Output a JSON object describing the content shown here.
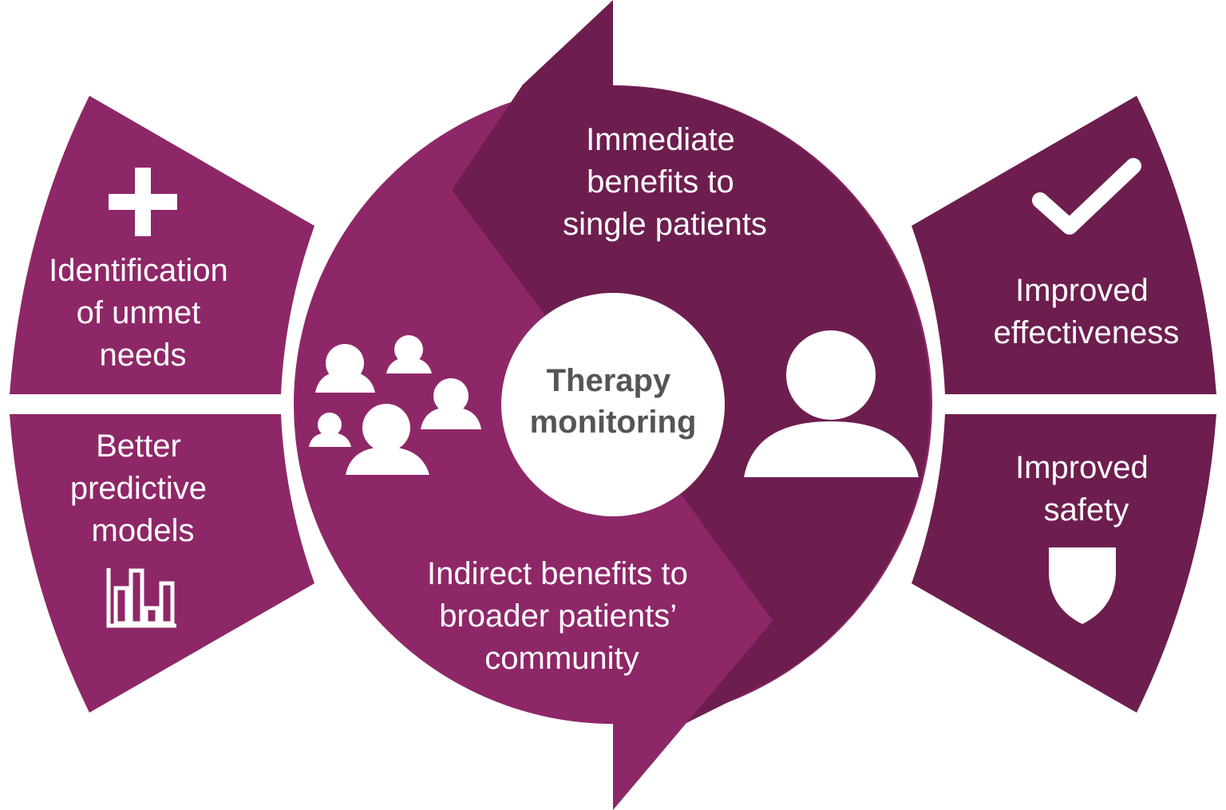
{
  "colors": {
    "light_purple": "#8E2767",
    "dark_purple": "#6D1E4F",
    "center_circle": "#ffffff",
    "center_text": "#555555",
    "background": "#ffffff"
  },
  "center": {
    "lines": [
      "Therapy",
      "monitoring"
    ]
  },
  "top_block": {
    "lines": [
      "Immediate",
      "benefits to",
      "single patients"
    ],
    "icon": "single-person-icon"
  },
  "bottom_block": {
    "lines": [
      "Indirect benefits to",
      "broader patients’",
      "community"
    ],
    "icon": "group-of-people-icon"
  },
  "left_panels": [
    {
      "lines": [
        "Identification",
        "of unmet",
        "needs"
      ],
      "icon": "plus-icon"
    },
    {
      "lines": [
        "Better",
        "predictive",
        "models"
      ],
      "icon": "bar-chart-icon"
    }
  ],
  "right_panels": [
    {
      "lines": [
        "Improved",
        "effectiveness"
      ],
      "icon": "checkmark-icon"
    },
    {
      "lines": [
        "Improved",
        "safety"
      ],
      "icon": "shield-icon"
    }
  ]
}
